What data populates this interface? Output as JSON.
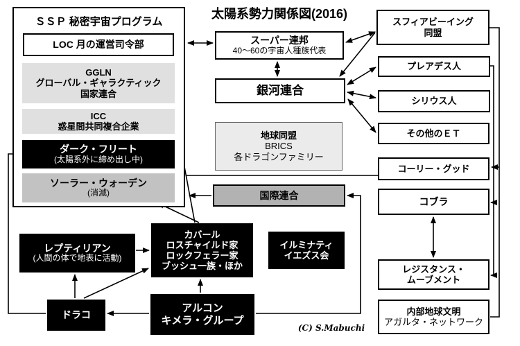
{
  "title": "太陽系勢力関係図(2016)",
  "copyright": "(C) S.Mabuchi",
  "ssp": {
    "title": "ＳＳＰ 秘密宇宙プログラム",
    "loc": {
      "l1": "LOC 月の運営司令部"
    },
    "ggln": {
      "l1": "GGLN",
      "l2": "グローバル・ギャラクティック",
      "l3": "国家連合"
    },
    "icc": {
      "l1": "ICC",
      "l2": "惑星間共同複合企業"
    },
    "dark_fleet": {
      "l1": "ダーク・フリート",
      "l2": "(太陽系外に締め出し中)"
    },
    "solar_warden": {
      "l1": "ソーラー・ウォーデン",
      "l2": "(消滅)"
    }
  },
  "center": {
    "super_federation": {
      "l1": "スーパー連邦",
      "l2": "40〜60の宇宙人種族代表"
    },
    "galactic_federation": {
      "l1": "銀河連合"
    },
    "earth_alliance": {
      "l1": "地球同盟",
      "l2": "BRICS",
      "l3": "各ドラゴンファミリー"
    },
    "united_nations": {
      "l1": "国際連合"
    }
  },
  "right": {
    "sphere_being_alliance": {
      "l1": "スフィアビーイング",
      "l2": "同盟"
    },
    "pleiadians": {
      "l1": "プレアデス人"
    },
    "sirians": {
      "l1": "シリウス人"
    },
    "other_et": {
      "l1": "その他のＥＴ"
    },
    "corey_goode": {
      "l1": "コーリー・グッド"
    },
    "cobra": {
      "l1": "コブラ"
    },
    "resistance_movement": {
      "l1": "レジスタンス・",
      "l2": "ムーブメント"
    },
    "inner_earth": {
      "l1": "内部地球文明",
      "l2": "アガルタ・ネットワーク"
    }
  },
  "cabal_side": {
    "reptilian": {
      "l1": "レプティリアン",
      "l2": "(人間の体で地表に活動)"
    },
    "draco": {
      "l1": "ドラコ"
    },
    "cabal": {
      "l1": "カバール",
      "l2": "ロスチャイルド家",
      "l3": "ロックフェラー家",
      "l4": "ブッシュ一族・ほか"
    },
    "illuminati": {
      "l1": "イルミナティ",
      "l2": "イエズス会"
    },
    "archon": {
      "l1": "アルコン",
      "l2": "キメラ・グループ"
    }
  },
  "colors": {
    "background": "#ffffff",
    "line": "#000000",
    "black_box": "#000000",
    "light_gray_box": "#e0e0e0",
    "gray_box": "#c2c2c2",
    "un_gray_box": "#b2b2b2",
    "earth_alliance_box": "#ebebeb"
  },
  "connections": [
    {
      "from": "loc",
      "to": "super_federation",
      "style": "double-arrow"
    },
    {
      "from": "super_federation",
      "to": "galactic_federation",
      "style": "double-arrow"
    },
    {
      "from": "super_federation",
      "to": "sphere_being_alliance",
      "style": "double-arrow"
    },
    {
      "from": "sphere_being_alliance",
      "to": "galactic_federation",
      "style": "arrow"
    },
    {
      "from": "galactic_federation",
      "to": "pleiadians",
      "style": "double-arrow"
    },
    {
      "from": "galactic_federation",
      "to": "sirians",
      "style": "double-arrow"
    },
    {
      "from": "galactic_federation",
      "to": "other_et",
      "style": "double-arrow"
    },
    {
      "from": "sphere_being_alliance",
      "to": "corey_goode",
      "style": "arrow"
    },
    {
      "from": "inner_earth",
      "to": "corey_goode",
      "style": "arrow"
    },
    {
      "from": "pleiadians",
      "to": "cobra",
      "style": "arrow"
    },
    {
      "from": "pleiadians",
      "to": "resistance_movement",
      "style": "arrow"
    },
    {
      "from": "cobra",
      "to": "resistance_movement",
      "style": "double-arrow"
    },
    {
      "from": "corey_goode",
      "to": "ssp_frame",
      "style": "line"
    },
    {
      "from": "united_nations",
      "to": "ssp_frame",
      "style": "arrow"
    },
    {
      "from": "archon",
      "to": "united_nations",
      "style": "arrow"
    },
    {
      "from": "cabal",
      "to": "icc",
      "style": "arrow"
    },
    {
      "from": "cabal",
      "to": "solar_warden",
      "style": "arrow"
    },
    {
      "from": "cabal",
      "to": "illuminati",
      "style": "arrow"
    },
    {
      "from": "reptilian",
      "to": "cabal",
      "style": "arrow"
    },
    {
      "from": "draco",
      "to": "cabal",
      "style": "arrow"
    },
    {
      "from": "draco",
      "to": "reptilian",
      "style": "arrow"
    },
    {
      "from": "archon",
      "to": "cabal",
      "style": "arrow"
    },
    {
      "from": "archon",
      "to": "draco",
      "style": "arrow"
    },
    {
      "from": "draco",
      "to": "dark_fleet",
      "style": "arrow"
    }
  ]
}
